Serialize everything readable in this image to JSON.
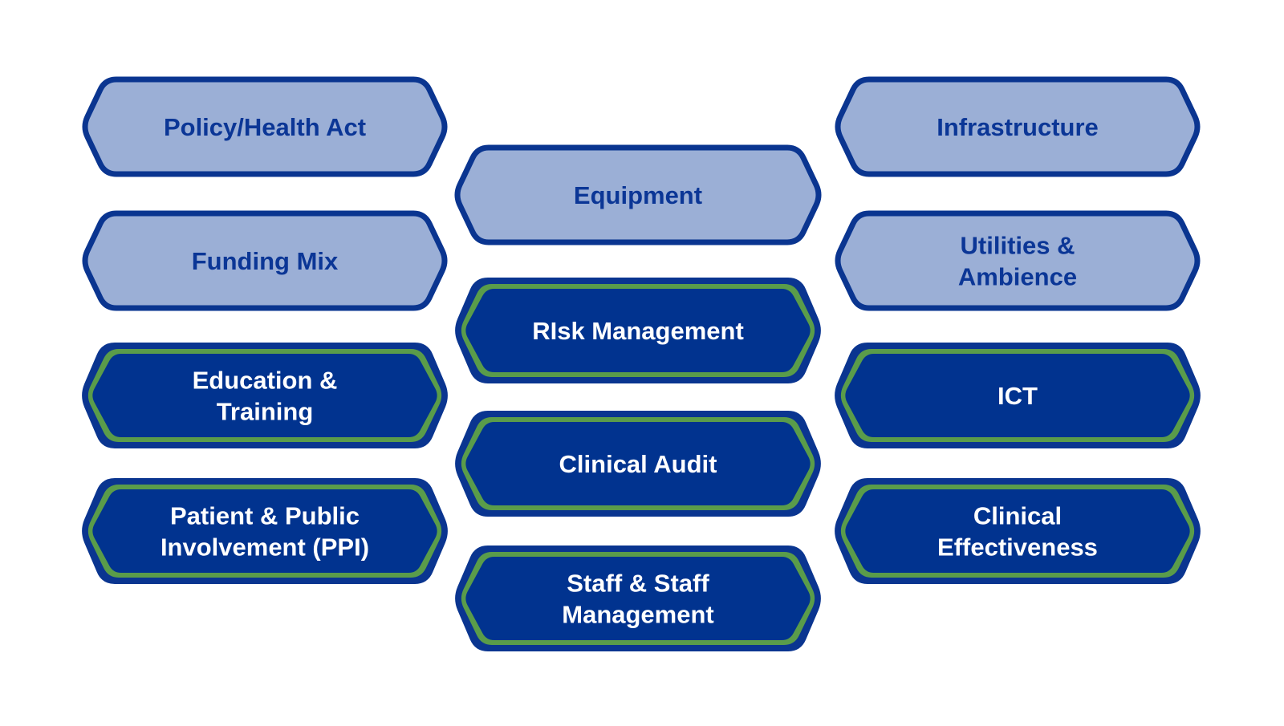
{
  "colors": {
    "background": "#ffffff",
    "light_fill": "#9bafd6",
    "dark_fill": "#01338f",
    "outer_stroke": "#0a3590",
    "green_ring": "#5a9c4a",
    "light_text": "#0b3696",
    "dark_text": "#ffffff"
  },
  "items": [
    {
      "id": "policy-health-act",
      "lines": [
        "Policy/Health Act"
      ],
      "style": "light"
    },
    {
      "id": "funding-mix",
      "lines": [
        "Funding Mix"
      ],
      "style": "light"
    },
    {
      "id": "education-training",
      "lines": [
        "Education &",
        "Training"
      ],
      "style": "dark"
    },
    {
      "id": "patient-public-involvement",
      "lines": [
        "Patient & Public",
        "Involvement (PPI)"
      ],
      "style": "dark"
    },
    {
      "id": "equipment",
      "lines": [
        "Equipment"
      ],
      "style": "light"
    },
    {
      "id": "risk-management",
      "lines": [
        "RIsk Management"
      ],
      "style": "dark"
    },
    {
      "id": "clinical-audit",
      "lines": [
        "Clinical Audit"
      ],
      "style": "dark"
    },
    {
      "id": "staff-management",
      "lines": [
        "Staff & Staff",
        "Management"
      ],
      "style": "dark"
    },
    {
      "id": "infrastructure",
      "lines": [
        "Infrastructure"
      ],
      "style": "light"
    },
    {
      "id": "utilities-ambience",
      "lines": [
        "Utilities &",
        "Ambience"
      ],
      "style": "light"
    },
    {
      "id": "ict",
      "lines": [
        "ICT"
      ],
      "style": "dark"
    },
    {
      "id": "clinical-effectiveness",
      "lines": [
        "Clinical",
        "Effectiveness"
      ],
      "style": "dark"
    }
  ]
}
